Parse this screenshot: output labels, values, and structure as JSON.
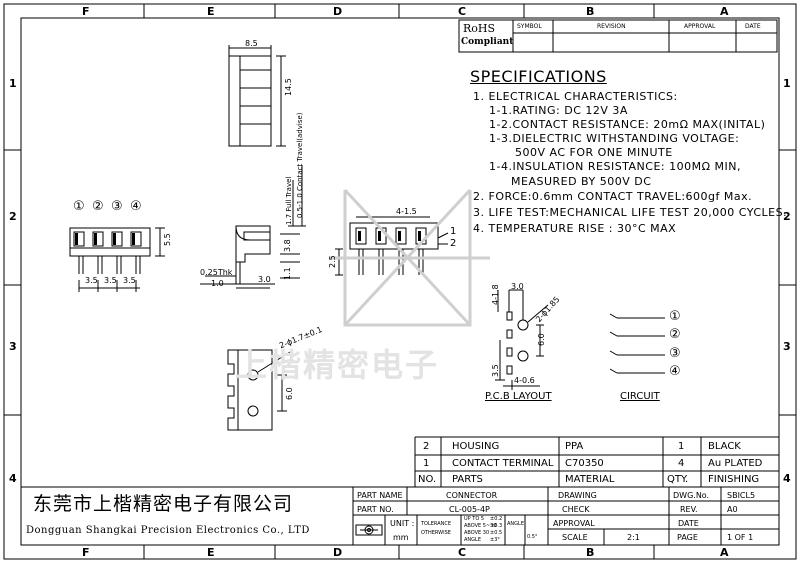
{
  "zones_top": [
    "F",
    "E",
    "D",
    "C",
    "B",
    "A"
  ],
  "zones_bottom": [
    "F",
    "E",
    "D",
    "C",
    "B",
    "A"
  ],
  "zones_left": [
    "1",
    "2",
    "3",
    "4"
  ],
  "zones_right": [
    "1",
    "2",
    "3",
    "4"
  ],
  "rohs": {
    "line1": "RoHS",
    "line2": "Compliant"
  },
  "revision_header": {
    "symbol": "SYMBOL",
    "revision": "REVISION",
    "approval": "APPROVAL",
    "date": "DATE"
  },
  "watermark": "上楷精密电子",
  "specs": {
    "title": "SPECIFICATIONS",
    "lines": [
      "1. ELECTRICAL CHARACTERISTICS:",
      "1-1.RATING: DC 12V 3A",
      "1-2.CONTACT RESISTANCE: 20mΩ  MAX(INITAL)",
      "1-3.DIELECTRIC WITHSTANDING VOLTAGE:",
      "500V AC FOR ONE MINUTE",
      "1-4.INSULATION RESISTANCE: 100MΩ MIN,",
      "MEASURED BY 500V DC",
      "2. FORCE:0.6mm CONTACT TRAVEL:600gf Max.",
      "3. LIFE TEST:MECHANICAL LIFE TEST 20,000 CYCLES.",
      "4. TEMPERATURE RISE : 30°C MAX"
    ]
  },
  "dims": {
    "d8_5": "8.5",
    "d14_5": "14.5",
    "d1_7": "1.7 Full Travel",
    "d0_5": "0.5-1.0 Contact Travel(advise)",
    "d3_8": "3.8",
    "d1_1": "1.1",
    "d0_25": "0.25Thk",
    "d1_0": "1.0",
    "d3_0": "3.0",
    "d5_5": "5.5",
    "d3_5a": "3.5",
    "d3_5b": "3.5",
    "d3_5c": "3.5",
    "d4_1_5": "4-1.5",
    "d2_5": "2.5",
    "lbl1": "1",
    "lbl2": "2",
    "d2_phi": "2-ϕ1.7±0.1",
    "d6_0a": "6.0",
    "pcb_4_18": "4-1.8",
    "pcb_3_0": "3.0",
    "pcb_2_185": "2-ϕ1.85",
    "pcb_6_0": "6.0",
    "pcb_3_5": "3.5",
    "pcb_4_06": "4-0.6"
  },
  "pin_labels": [
    "①",
    "②",
    "③",
    "④"
  ],
  "pcb_caption": "P.C.B LAYOUT",
  "circuit_caption": "CIRCUIT",
  "circuit_labels": [
    "①",
    "②",
    "③",
    "④"
  ],
  "bom": {
    "rows": [
      {
        "no": "2",
        "part": "HOUSING",
        "material": "PPA",
        "qty": "1",
        "finishing": "BLACK"
      },
      {
        "no": "1",
        "part": "CONTACT TERMINAL",
        "material": "C70350",
        "qty": "4",
        "finishing": "Au PLATED"
      }
    ],
    "header": {
      "no": "NO.",
      "part": "PARTS",
      "material": "MATERIAL",
      "qty": "QTY.",
      "finishing": "FINISHING"
    }
  },
  "title_block": {
    "part_name_label": "PART NAME",
    "part_name": "CONNECTOR",
    "part_no_label": "PART NO.",
    "part_no": "CL-005-4P",
    "unit_label": "UNIT :",
    "unit": "mm",
    "tolerance_label": "TOLERANCE",
    "otherwise_label": "OTHERWISE",
    "tol_r1": "UP TO 5",
    "tol_r1v": "±0.2",
    "tol_r2": "ABOVE 5~30",
    "tol_r2v": "±0.3",
    "tol_r3": "ABOVE 30",
    "tol_r3v": "±0.5",
    "tol_r4": "ANGLE",
    "tol_r4v": "±3°",
    "angle_label": "ANGLE",
    "angle_value": "0.5°",
    "drawing_label": "DRAWING",
    "check_label": "CHECK",
    "approval_label": "APPROVAL",
    "scale_label": "SCALE",
    "scale": "2:1",
    "dwg_label": "DWG.No.",
    "dwg": "SBICL5",
    "rev_label": "REV.",
    "rev": "A0",
    "date_label": "DATE",
    "page_label": "PAGE",
    "page": "1  OF  1"
  },
  "company": {
    "cn": "东莞市上楷精密电子有限公司",
    "en": "Dongguan Shangkai Precision Electronics Co., LTD"
  }
}
